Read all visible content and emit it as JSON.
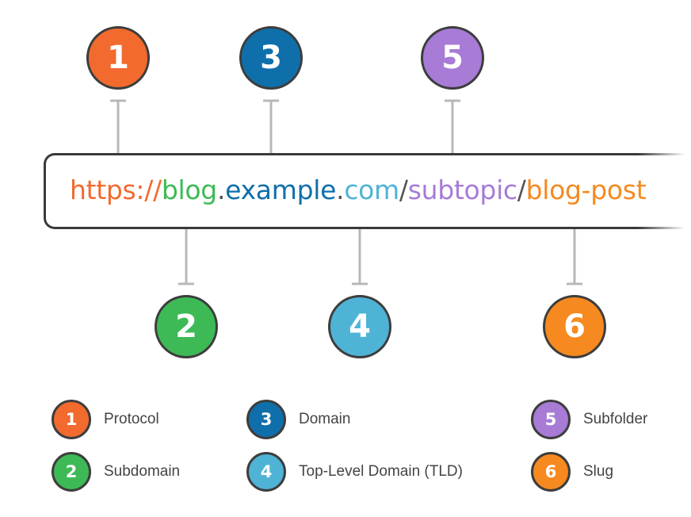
{
  "url": {
    "protocol": "https://",
    "subdomain": "blog",
    "dot1": ".",
    "domain": "example",
    "dot2": ".",
    "tld": "com",
    "slash1": "/",
    "subfolder": "subtopic",
    "slash2": "/",
    "slug": "blog-post"
  },
  "colors": {
    "protocol": "#f26a2e",
    "subdomain": "#3dba55",
    "domain": "#0f6fab",
    "tld": "#4fb3d6",
    "subfolder": "#a77bd6",
    "slug": "#f6891f",
    "separator": "#555555",
    "arrow": "#b8b8b8"
  },
  "parts": [
    {
      "number": "1",
      "label": "Protocol"
    },
    {
      "number": "2",
      "label": "Subdomain"
    },
    {
      "number": "3",
      "label": "Domain"
    },
    {
      "number": "4",
      "label": "Top-Level Domain (TLD)"
    },
    {
      "number": "5",
      "label": "Subfolder"
    },
    {
      "number": "6",
      "label": "Slug"
    }
  ]
}
